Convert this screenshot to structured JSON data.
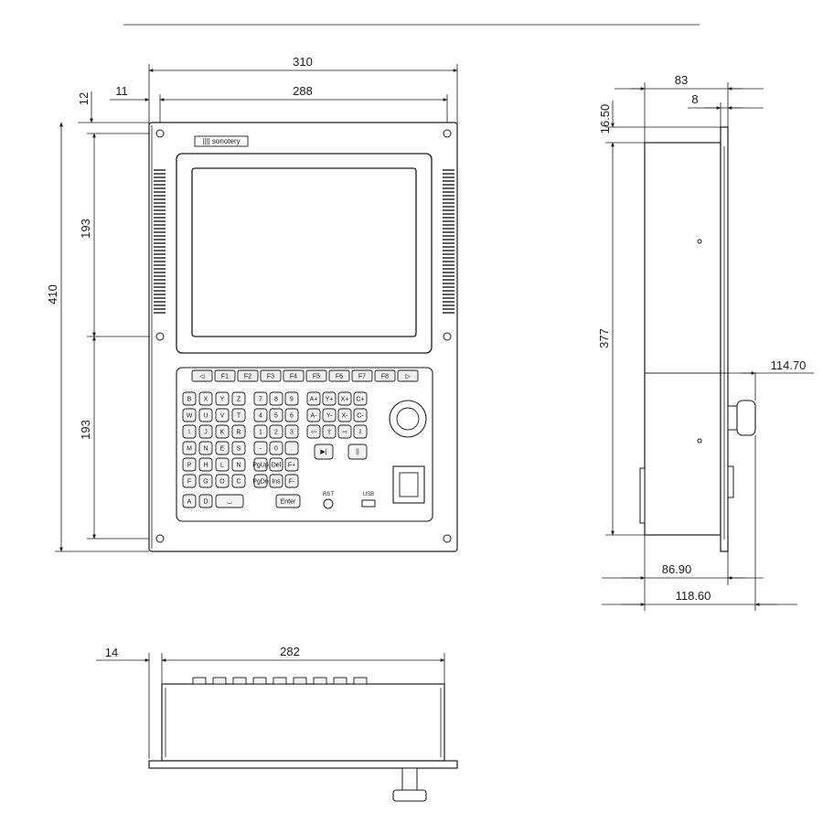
{
  "front_view": {
    "dimensions": {
      "overall_width": "310",
      "hole_spacing_width": "288",
      "hole_offset_left": "11",
      "hole_offset_top": "12",
      "overall_height": "410",
      "upper_hole_spacing": "193",
      "lower_hole_spacing": "193"
    },
    "brand_label": "|||| sonotery",
    "function_keys": [
      "◁",
      "F1",
      "F2",
      "F3",
      "F4",
      "F5",
      "F6",
      "F7",
      "F8",
      "▷"
    ],
    "alpha_keys": [
      [
        "B",
        "X",
        "Y",
        "Z"
      ],
      [
        "W",
        "U",
        "V",
        "T"
      ],
      [
        "I",
        "J",
        "K",
        "R"
      ],
      [
        "M",
        "N",
        "E",
        "S"
      ],
      [
        "P",
        "H",
        "L",
        "N"
      ],
      [
        "F",
        "G",
        "O",
        "C"
      ]
    ],
    "bottom_left_keys": [
      "A",
      "D",
      "⌴"
    ],
    "numeric_keys": [
      [
        "7",
        "8",
        "9"
      ],
      [
        "4",
        "5",
        "6"
      ],
      [
        "1",
        "2",
        "3"
      ],
      [
        "-",
        "0",
        "."
      ],
      [
        "PgUp",
        "Del",
        "F+"
      ],
      [
        "PgDn",
        "Ins",
        "F-"
      ]
    ],
    "enter_key": "Enter",
    "nav_keys": [
      [
        "A+",
        "Y+",
        "X+",
        "C+"
      ],
      [
        "A-",
        "Y-",
        "X-",
        "C-"
      ],
      [
        "⇦",
        "⇧",
        "⇨",
        "⇩"
      ]
    ],
    "start_key": "▶|",
    "stop_key": "||",
    "port_labels": [
      "RST",
      "USB"
    ]
  },
  "side_view": {
    "dimensions": {
      "depth_total": "83",
      "front_plate": "8",
      "top_offset": "16.50",
      "height": "377",
      "knob_depth": "114.70",
      "body_depth": "86.90",
      "overall_depth": "118.60"
    }
  },
  "top_view": {
    "dimensions": {
      "offset": "14",
      "width": "282"
    }
  }
}
